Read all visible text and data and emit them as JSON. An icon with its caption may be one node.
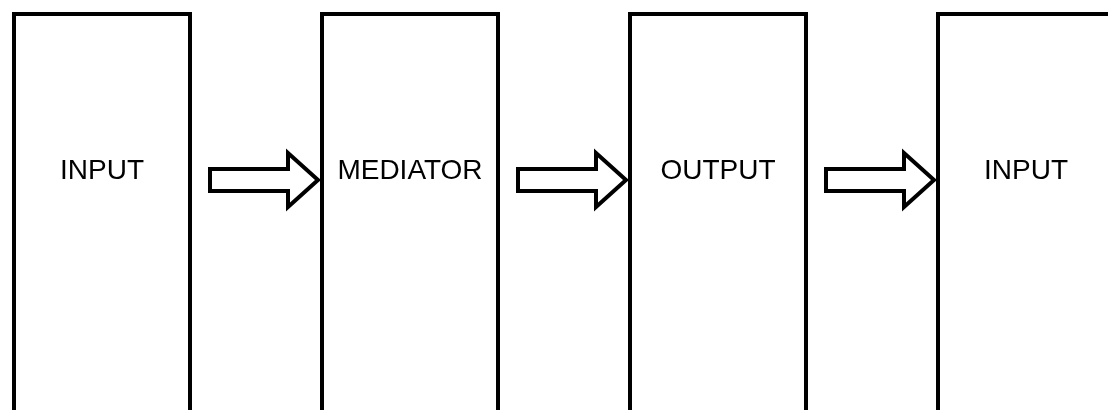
{
  "diagram": {
    "nodes": [
      {
        "text": [
          "INPUT"
        ]
      },
      {
        "text": [
          "MEDIATOR"
        ]
      },
      {
        "text": [
          "OUTPUT"
        ]
      },
      {
        "text": [
          "INPUT"
        ]
      }
    ],
    "edges": [
      {
        "from": 0,
        "to": 1,
        "arrow": "to"
      },
      {
        "from": 1,
        "to": 2,
        "arrow": "to"
      },
      {
        "from": 2,
        "to": 3,
        "arrow": "to"
      }
    ]
  }
}
